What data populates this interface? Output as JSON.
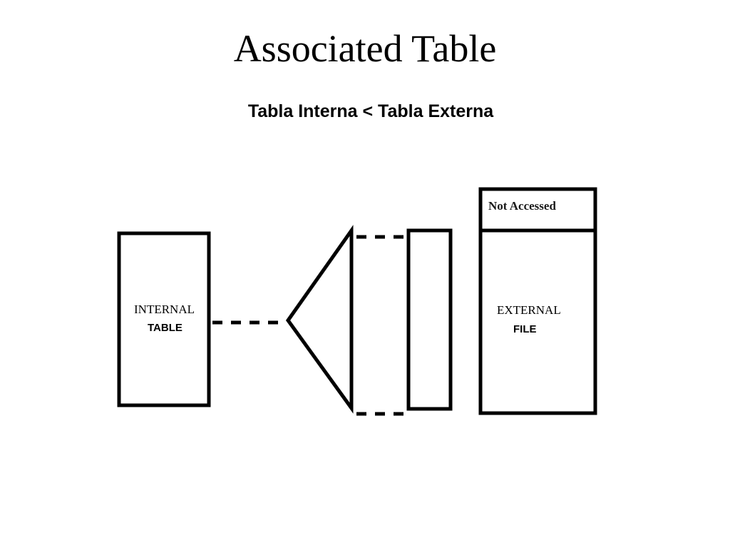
{
  "slide": {
    "title": "Associated Table",
    "subtitle": "Tabla Interna < Tabla Externa"
  },
  "internal_table": {
    "label_line1": "INTERNAL",
    "label_line2": "TABLE"
  },
  "external_file": {
    "header_label": "Not Accessed",
    "label_line1": "EXTERNAL",
    "label_line2": "FILE"
  },
  "colors": {
    "stroke": "#000000",
    "background": "#ffffff"
  }
}
